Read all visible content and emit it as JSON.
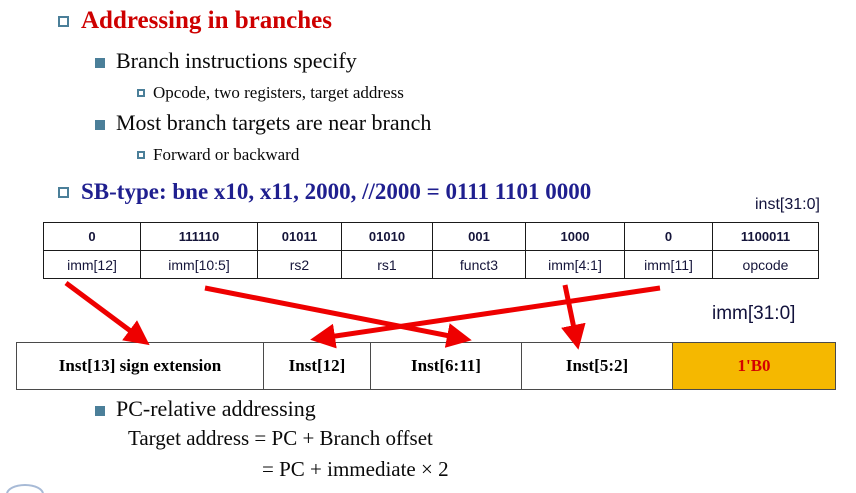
{
  "slide": {
    "title": "Addressing in branches",
    "bullets": [
      {
        "level": 1,
        "text": "Addressing in branches",
        "color": "#ce0000",
        "marker": "hollow-square"
      },
      {
        "level": 2,
        "text": "Branch instructions specify",
        "marker": "solid-square"
      },
      {
        "level": 3,
        "text": "Opcode, two registers, target address",
        "marker": "hollow-square-small"
      },
      {
        "level": 2,
        "text": "Most branch targets are near branch",
        "marker": "solid-square"
      },
      {
        "level": 3,
        "text": "Forward or backward",
        "marker": "hollow-square-small"
      },
      {
        "level": 1,
        "text": "SB-type: bne  x10,  x11,  2000,   //2000 = 0111 1101 0000",
        "color": "#1f1f8f",
        "marker": "hollow-square"
      }
    ],
    "labels": {
      "inst_range": "inst[31:0]",
      "imm_range": "imm[31:0]"
    },
    "instruction_table": {
      "bits": [
        "0",
        "111110",
        "01011",
        "01010",
        "001",
        "1000",
        "0",
        "1100011"
      ],
      "fields": [
        "imm[12]",
        "imm[10:5]",
        "rs2",
        "rs1",
        "funct3",
        "imm[4:1]",
        "imm[11]",
        "opcode"
      ]
    },
    "immediate_table": {
      "cells": [
        {
          "text": "Inst[13] sign extension",
          "highlight": false
        },
        {
          "text": "Inst[12]",
          "highlight": false
        },
        {
          "text": "Inst[6:11]",
          "highlight": false
        },
        {
          "text": "Inst[5:2]",
          "highlight": false
        },
        {
          "text": "1'B0",
          "highlight": true
        }
      ]
    },
    "footer": {
      "bullet": "PC-relative addressing",
      "line1": "Target address = PC + Branch offset",
      "line2": "= PC + immediate × 2"
    },
    "colors": {
      "title_red": "#ce0000",
      "heading_blue": "#1f1f8f",
      "bullet_teal": "#4b7f99",
      "arrow_red": "#ee0000",
      "highlight_orange": "#f5b800",
      "highlight_text_red": "#d40000"
    }
  }
}
